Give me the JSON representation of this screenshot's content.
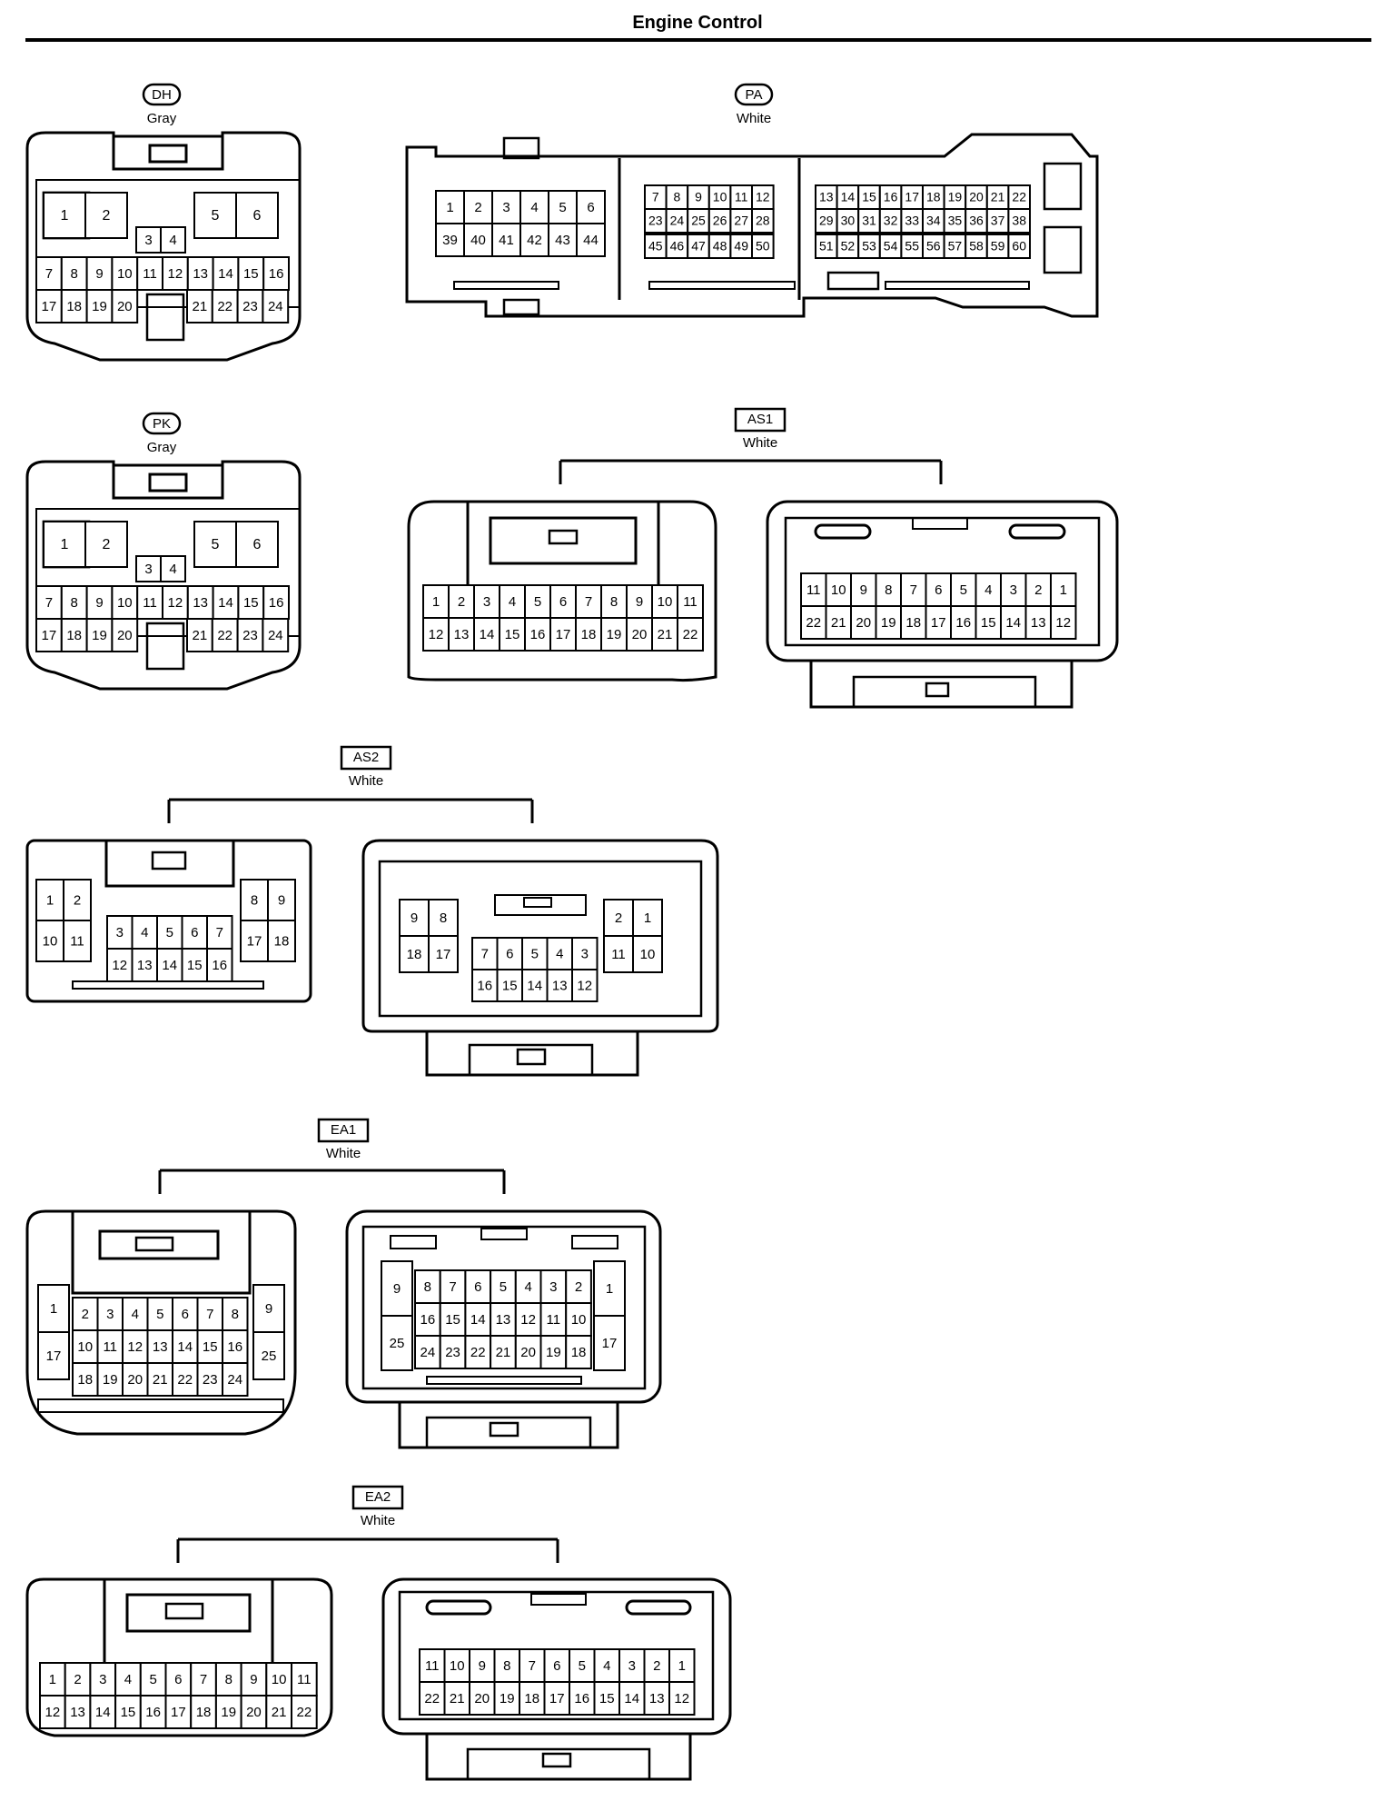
{
  "title": "Engine Control",
  "connectors": [
    {
      "id": "DH",
      "color": "Gray",
      "label_style": "oval"
    },
    {
      "id": "PA",
      "color": "White",
      "label_style": "oval"
    },
    {
      "id": "PK",
      "color": "Gray",
      "label_style": "oval"
    },
    {
      "id": "AS1",
      "color": "White",
      "label_style": "box"
    },
    {
      "id": "AS2",
      "color": "White",
      "label_style": "box"
    },
    {
      "id": "EA1",
      "color": "White",
      "label_style": "box"
    },
    {
      "id": "EA2",
      "color": "White",
      "label_style": "box"
    }
  ]
}
